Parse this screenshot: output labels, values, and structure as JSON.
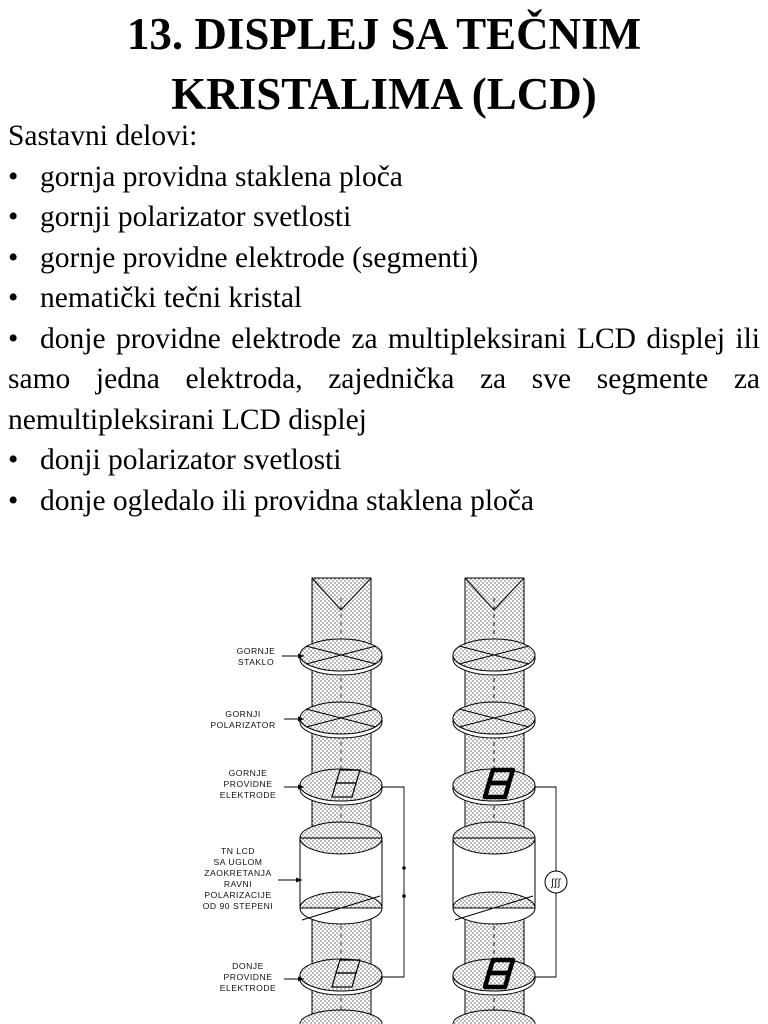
{
  "title": {
    "line1": "13. DISPLEJ SA TEČNIM",
    "line2": "KRISTALIMA (LCD)"
  },
  "intro": "Sastavni delovi:",
  "items": [
    "gornja providna staklena ploča",
    "gornji polarizator svetlosti",
    "gornje providne elektrode (segmenti)",
    "nematički tečni kristal",
    "donje providne elektrode za multipleksirani LCD displej ili samo jedna elektroda, zajednička za sve segmente za nemultipleksirani LCD displej",
    "donji polarizator svetlosti",
    "donje ogledalo ili providna staklena ploča"
  ],
  "bullet_char": "•",
  "diagram": {
    "labels": {
      "gornje_staklo": [
        "GORNJE",
        "STAKLO"
      ],
      "gornji_polarizator": [
        "GORNJI",
        "POLARIZATOR"
      ],
      "gornje_elektrode": [
        "GORNJE",
        "PROVIDNE",
        "ELEKTRODE"
      ],
      "tn_lcd": [
        "TN LCD",
        "SA UGLOM",
        "ZAOKRETANJA",
        "RAVNI",
        "POLARIZACIJE",
        "OD 90 STEPENI"
      ],
      "donje_elektrode": [
        "DONJE",
        "PROVIDNE",
        "ELEKTRODE"
      ]
    },
    "source_symbol": "ʃʃʃ"
  }
}
